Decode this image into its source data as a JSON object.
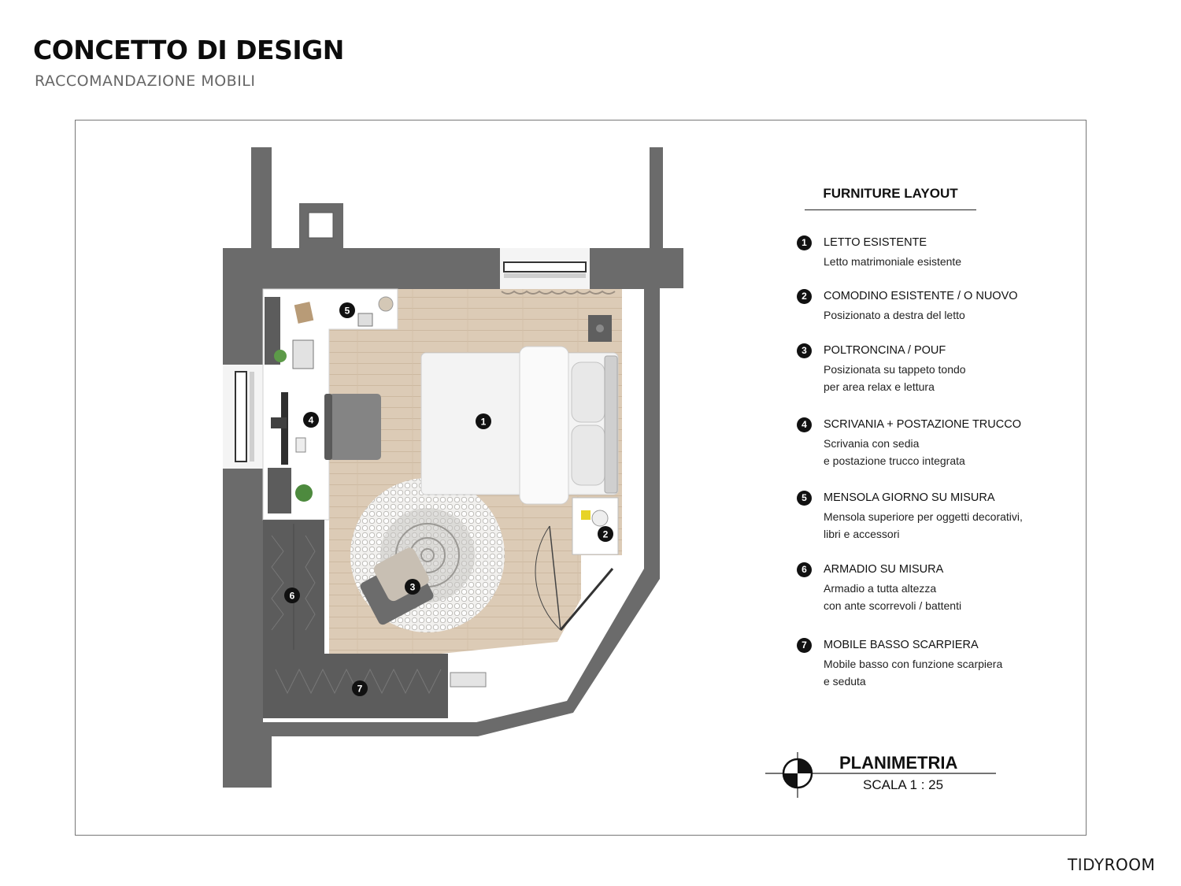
{
  "header": {
    "title": "CONCETTO DI DESIGN",
    "subtitle": "RACCOMANDAZIONE MOBILI"
  },
  "legend": {
    "heading": "FURNITURE LAYOUT",
    "items": [
      {
        "num": "1",
        "name": "LETTO ESISTENTE",
        "desc": [
          "Letto matrimoniale esistente"
        ]
      },
      {
        "num": "2",
        "name": "COMODINO ESISTENTE / O NUOVO",
        "desc": [
          "Posizionato a destra del letto"
        ]
      },
      {
        "num": "3",
        "name": "POLTRONCINA / POUF",
        "desc": [
          "Posizionata su tappeto tondo",
          "per area relax e lettura"
        ]
      },
      {
        "num": "4",
        "name": "SCRIVANIA + POSTAZIONE TRUCCO",
        "desc": [
          "Scrivania con sedia",
          "e postazione trucco integrata"
        ]
      },
      {
        "num": "5",
        "name": "MENSOLA GIORNO SU MISURA",
        "desc": [
          "Mensola superiore per oggetti decorativi,",
          "libri e accessori"
        ]
      },
      {
        "num": "6",
        "name": "ARMADIO SU MISURA",
        "desc": [
          "Armadio a tutta altezza",
          "con ante scorrevoli / battenti"
        ]
      },
      {
        "num": "7",
        "name": "MOBILE BASSO SCARPIERA",
        "desc": [
          "Mobile basso con funzione scarpiera",
          "e seduta"
        ]
      }
    ]
  },
  "plan_label": {
    "title": "PLANIMETRIA",
    "scale": "SCALA 1 : 25"
  },
  "brand": {
    "part1": "TIDY",
    "part2": "ROOM"
  },
  "colors": {
    "wall": "#6b6b6b",
    "floor": "#dccbb6",
    "cabinet": "#5c5c5c",
    "worktop": "#ffffff"
  }
}
